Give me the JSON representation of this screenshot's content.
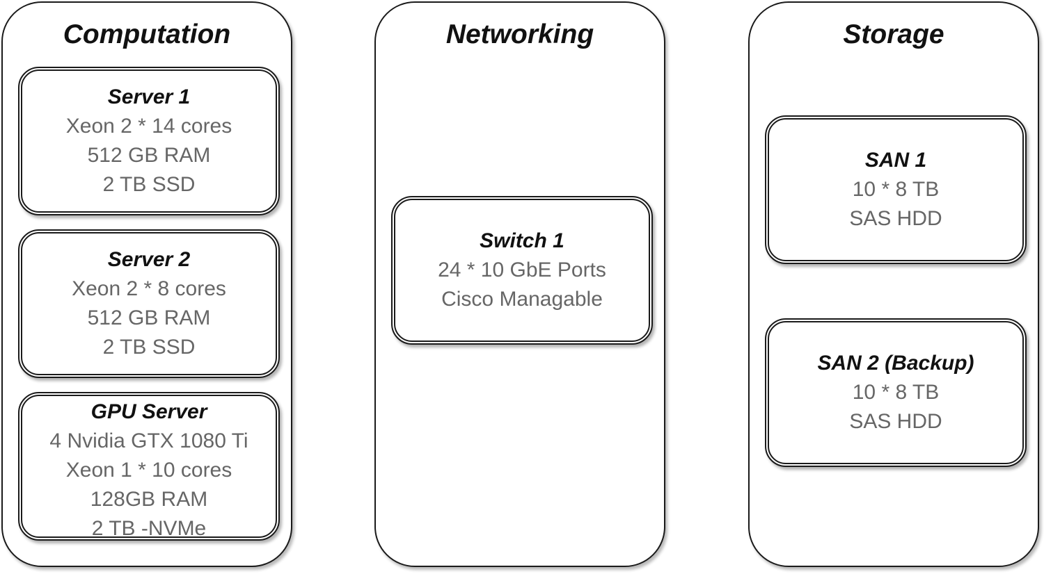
{
  "columns": [
    {
      "title": "Computation",
      "nodes": [
        {
          "title": "Server 1",
          "specs": [
            "Xeon 2 * 14 cores",
            "512 GB RAM",
            "2 TB SSD"
          ]
        },
        {
          "title": "Server 2",
          "specs": [
            "Xeon 2 * 8 cores",
            "512 GB RAM",
            "2 TB SSD"
          ]
        },
        {
          "title": "GPU Server",
          "specs": [
            "4 Nvidia GTX 1080 Ti",
            "Xeon 1 * 10 cores",
            "128GB RAM",
            "2 TB -NVMe"
          ]
        }
      ]
    },
    {
      "title": "Networking",
      "nodes": [
        {
          "title": "Switch 1",
          "specs": [
            "24 * 10 GbE Ports",
            "Cisco Managable"
          ]
        }
      ]
    },
    {
      "title": "Storage",
      "nodes": [
        {
          "title": "SAN 1",
          "specs": [
            "10 * 8 TB",
            "SAS HDD"
          ]
        },
        {
          "title": "SAN 2 (Backup)",
          "specs": [
            "10 * 8 TB",
            "SAS HDD"
          ]
        }
      ]
    }
  ]
}
